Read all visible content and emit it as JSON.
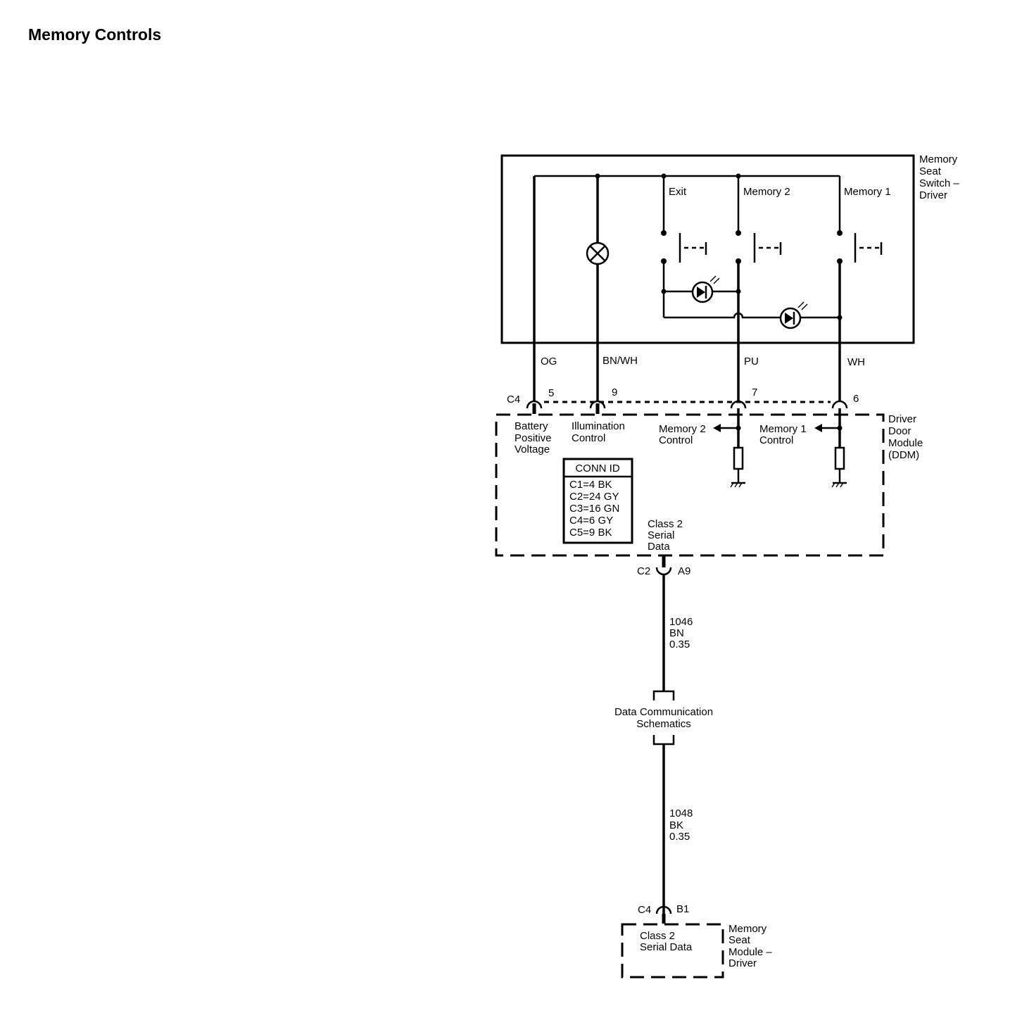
{
  "page": {
    "title": "Memory Controls"
  },
  "switch_module": {
    "name_lines": [
      "Memory",
      "Seat",
      "Switch –",
      "Driver"
    ],
    "switches": {
      "exit": "Exit",
      "memory2": "Memory 2",
      "memory1": "Memory 1"
    }
  },
  "wires": {
    "og": "OG",
    "bnwh": "BN/WH",
    "pu": "PU",
    "wh": "WH"
  },
  "ddm_connector": {
    "id": "C4",
    "pins": {
      "battery": "5",
      "illumination": "9",
      "memory2": "7",
      "memory1": "6"
    }
  },
  "ddm": {
    "name_lines": [
      "Driver",
      "Door",
      "Module",
      "(DDM)"
    ],
    "battery_lines": [
      "Battery",
      "Positive",
      "Voltage"
    ],
    "illumination_lines": [
      "Illumination",
      "Control"
    ],
    "memory2_lines": [
      "Memory 2",
      "Control"
    ],
    "memory1_lines": [
      "Memory 1",
      "Control"
    ],
    "serial_lines": [
      "Class 2",
      "Serial",
      "Data"
    ],
    "conn_id": {
      "header": "CONN ID",
      "rows": [
        "C1=4 BK",
        "C2=24 GY",
        "C3=16 GN",
        "C4=6 GY",
        "C5=9 BK"
      ]
    }
  },
  "ddm_serial_connector": {
    "id": "C2",
    "pin": "A9"
  },
  "wire_1046": [
    "1046",
    "BN",
    "0.35"
  ],
  "splice": {
    "lines": [
      "Data Communication",
      "Schematics"
    ]
  },
  "wire_1048": [
    "1048",
    "BK",
    "0.35"
  ],
  "msm_connector": {
    "id": "C4",
    "pin": "B1"
  },
  "msm": {
    "inner_lines": [
      "Class 2",
      "Serial Data"
    ],
    "name_lines": [
      "Memory",
      "Seat",
      "Module –",
      "Driver"
    ]
  }
}
